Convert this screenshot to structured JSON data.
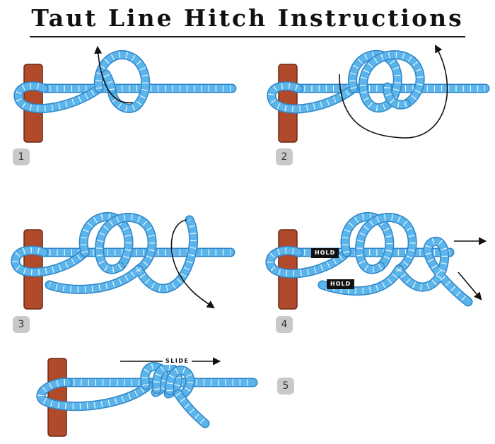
{
  "title": "Taut Line Hitch Instructions",
  "colors": {
    "rope": "#5bb4ea",
    "rope_edge": "#2f86c8",
    "rope_mark": "#e9f6ff",
    "post": "#b04a2a",
    "post_edge": "#6d2814",
    "arrow": "#111111",
    "badge": "#c9c9c9"
  },
  "steps": [
    {
      "number": "1"
    },
    {
      "number": "2"
    },
    {
      "number": "3"
    },
    {
      "number": "4",
      "labels": [
        "HOLD",
        "HOLD"
      ]
    },
    {
      "number": "5",
      "labels": [
        "SLIDE"
      ]
    }
  ]
}
